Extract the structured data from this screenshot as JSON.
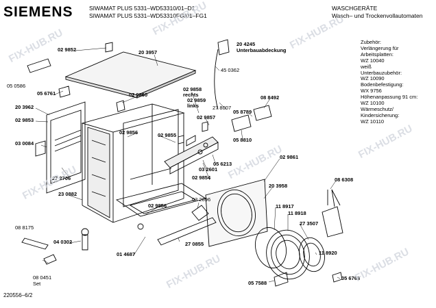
{
  "brand": "SIEMENS",
  "header": {
    "model_line_1": "SIWAMAT PLUS 5331–WD53310/01–D1",
    "model_line_2": "SIWAMAT PLUS 5331–WD53310FG/01–FG1",
    "category_line_1": "WASCHGERÄTE",
    "category_line_2": "Wasch– und Trockenvollautomaten"
  },
  "accessories": [
    "Zubehör:",
    "Verlängerung für",
    "Arbeitsplatten:",
    "WZ 10040",
    "weiß",
    "Unterbauzubehör:",
    "WZ 10090",
    "Bodenbefestigung:",
    "WX 9756",
    "Höhenanpassung 91 cm:",
    "WZ 10100",
    "Wärmeschutz/",
    "Kindersicherung:",
    "WZ 10110"
  ],
  "parts": [
    {
      "id": "02_9852",
      "text": "02 9852",
      "bold": true
    },
    {
      "id": "20_3957",
      "text": "20 3957",
      "bold": true
    },
    {
      "id": "05_0586",
      "text": "05 0586",
      "bold": false
    },
    {
      "id": "05_6761",
      "text": "05 6761",
      "bold": true
    },
    {
      "id": "02_9860",
      "text": "02 9860",
      "bold": true
    },
    {
      "id": "20_3962",
      "text": "20 3962",
      "bold": true
    },
    {
      "id": "02_9853",
      "text": "02 9853",
      "bold": true
    },
    {
      "id": "03_0084",
      "text": "03 0084",
      "bold": true
    },
    {
      "id": "02_9856_a",
      "text": "02 9856",
      "bold": true
    },
    {
      "id": "02_9855",
      "text": "02 9855",
      "bold": true
    },
    {
      "id": "27_2706",
      "text": "27 2706",
      "bold": true
    },
    {
      "id": "23_0882",
      "text": "23 0882",
      "bold": true
    },
    {
      "id": "02_9856_b",
      "text": "02 9856",
      "bold": true
    },
    {
      "id": "08_8175",
      "text": "08 8175",
      "bold": false
    },
    {
      "id": "04_0302",
      "text": "04 0302",
      "bold": true
    },
    {
      "id": "08_0451",
      "text": "08 0451",
      "bold": false
    },
    {
      "id": "set",
      "text": "Set",
      "bold": false
    },
    {
      "id": "01_4687",
      "text": "01 4687",
      "bold": true
    },
    {
      "id": "27_0855",
      "text": "27 0855",
      "bold": true
    },
    {
      "id": "03_2896",
      "text": "03 2896",
      "bold": false
    },
    {
      "id": "02_9854",
      "text": "02 9854",
      "bold": true
    },
    {
      "id": "03_2601",
      "text": "03 2601",
      "bold": true
    },
    {
      "id": "05_6213",
      "text": "05 6213",
      "bold": true
    },
    {
      "id": "02_9857",
      "text": "02 9857",
      "bold": true
    },
    {
      "id": "02_9858",
      "text": "02 9858",
      "bold": true
    },
    {
      "id": "rechts",
      "text": "rechts",
      "bold": true
    },
    {
      "id": "02_9859",
      "text": "02 9859",
      "bold": true
    },
    {
      "id": "links",
      "text": "links",
      "bold": true
    },
    {
      "id": "27_8007",
      "text": "27 8007",
      "bold": false
    },
    {
      "id": "20_4245",
      "text": "20 4245",
      "bold": true
    },
    {
      "id": "unterbau",
      "text": "Unterbauabdeckung",
      "bold": true
    },
    {
      "id": "45_0362",
      "text": "45 0362",
      "bold": false
    },
    {
      "id": "08_8492",
      "text": "08 8492",
      "bold": true
    },
    {
      "id": "05_8789",
      "text": "05 8789",
      "bold": true
    },
    {
      "id": "05_8810",
      "text": "05 8810",
      "bold": true
    },
    {
      "id": "02_9861",
      "text": "02 9861",
      "bold": true
    },
    {
      "id": "20_3958",
      "text": "20 3958",
      "bold": true
    },
    {
      "id": "11_8917",
      "text": "11 8917",
      "bold": true
    },
    {
      "id": "11_8918",
      "text": "11 8918",
      "bold": true
    },
    {
      "id": "27_3507",
      "text": "27 3507",
      "bold": true
    },
    {
      "id": "08_6308",
      "text": "08 6308",
      "bold": true
    },
    {
      "id": "11_8920",
      "text": "11 8920",
      "bold": true
    },
    {
      "id": "05_7588",
      "text": "05 7588",
      "bold": true
    },
    {
      "id": "05_6763",
      "text": "05 6763",
      "bold": true
    }
  ],
  "footer": "220556–6/2",
  "watermark": "FIX-HUB.RU"
}
